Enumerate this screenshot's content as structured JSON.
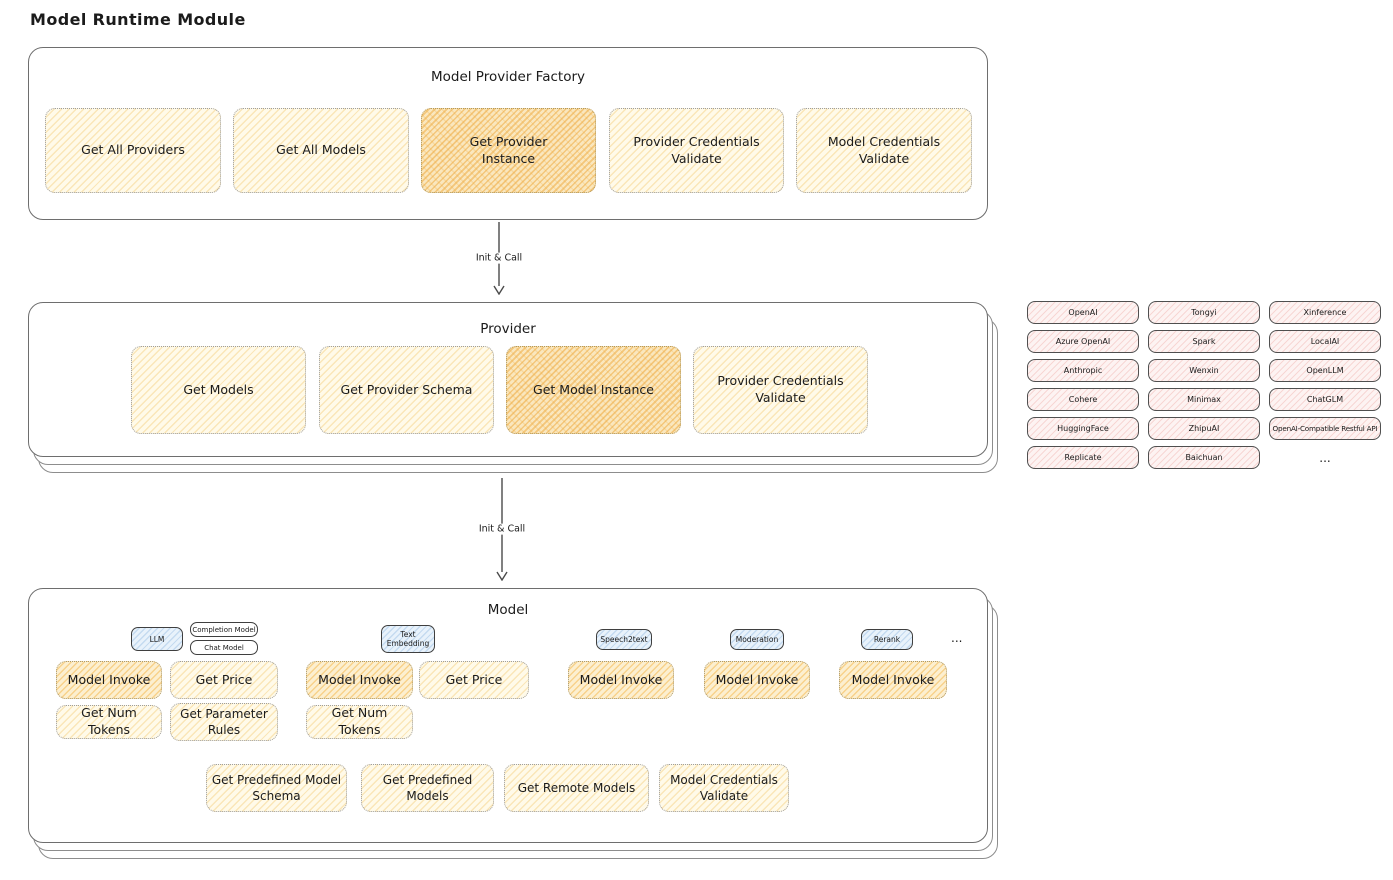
{
  "title": "Model Runtime Module",
  "arrows": {
    "init_call": "Init & Call"
  },
  "factory": {
    "label": "Model Provider Factory",
    "boxes": [
      {
        "label": "Get All Providers",
        "highlighted": false
      },
      {
        "label": "Get All Models",
        "highlighted": false
      },
      {
        "label": "Get Provider Instance",
        "highlighted": true
      },
      {
        "label": "Provider Credentials Validate",
        "highlighted": false
      },
      {
        "label": "Model Credentials Validate",
        "highlighted": false
      }
    ]
  },
  "provider": {
    "label": "Provider",
    "boxes": [
      {
        "label": "Get Models",
        "highlighted": false
      },
      {
        "label": "Get Provider Schema",
        "highlighted": false
      },
      {
        "label": "Get Model Instance",
        "highlighted": true
      },
      {
        "label": "Provider Credentials Validate",
        "highlighted": false
      }
    ]
  },
  "providers": {
    "items": [
      "OpenAI",
      "Tongyi",
      "Xinference",
      "Azure OpenAI",
      "Spark",
      "LocalAI",
      "Anthropic",
      "Wenxin",
      "OpenLLM",
      "Cohere",
      "Minimax",
      "ChatGLM",
      "HuggingFace",
      "ZhipuAI",
      "OpenAI-Compatible Restful API",
      "Replicate",
      "Baichuan"
    ],
    "more": "..."
  },
  "model": {
    "label": "Model",
    "tabs": {
      "llm": "LLM",
      "completion_model": "Completion Model",
      "chat_model": "Chat Model",
      "text_embedding": "Text Embedding",
      "speech2text": "Speech2text",
      "moderation": "Moderation",
      "rerank": "Rerank",
      "more": "..."
    },
    "boxes": {
      "model_invoke": "Model Invoke",
      "get_price": "Get Price",
      "get_num_tokens": "Get Num Tokens",
      "get_parameter_rules": "Get Parameter Rules",
      "get_predefined_model_schema": "Get Predefined Model Schema",
      "get_predefined_models": "Get Predefined Models",
      "get_remote_models": "Get Remote Models",
      "model_credentials_validate": "Model Credentials Validate"
    }
  },
  "colors": {
    "box_yellow": "#FFFAE9",
    "box_yellow_hatch": "#F1C468",
    "box_highlight": "#FAE7BE",
    "box_highlight_hatch": "#EEAC42",
    "pill_pink": "#FDF3F2",
    "pill_pink_hatch": "#E88C87",
    "tab_blue": "#E8F2FB",
    "tab_blue_hatch": "#82AFDC",
    "ink": "#1B1B1B",
    "panel_border": "#6E6E6E"
  }
}
